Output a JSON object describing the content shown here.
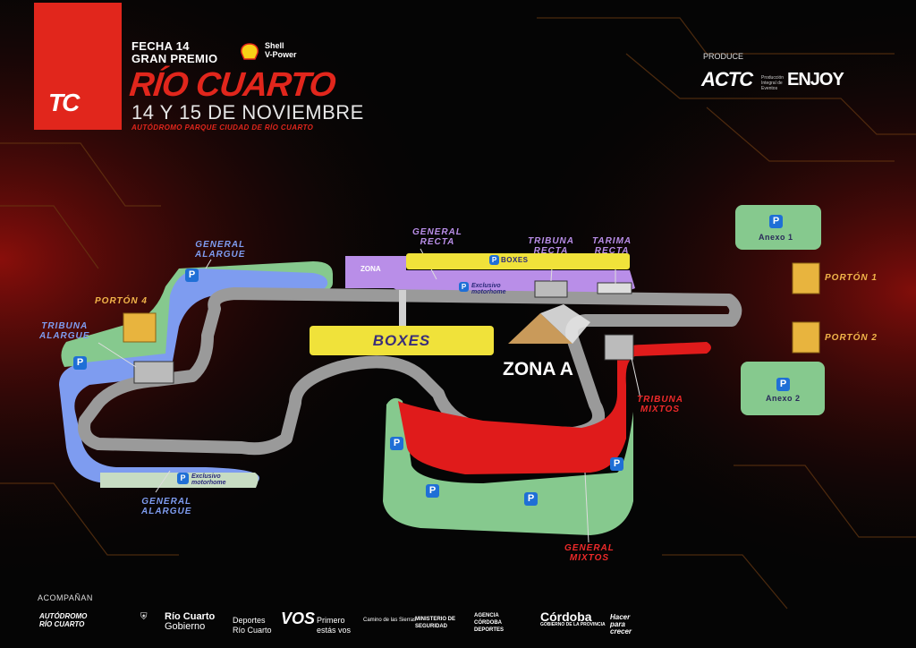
{
  "header": {
    "logo": "TC",
    "fecha": "FECHA 14",
    "gran_premio": "GRAN PREMIO",
    "sponsor": "Shell V-Power",
    "sponsor_line1": "Shell",
    "sponsor_line2": "V-Power",
    "title": "RÍO CUARTO",
    "dates": "14 Y 15 DE NOVIEMBRE",
    "venue": "AUTÓDROMO PARQUE CIUDAD DE RÍO CUARTO",
    "produce_label": "PRODUCE",
    "producers": [
      "ACTC",
      "ENJOY"
    ],
    "producer_tagline": "Producción Integral de Eventos"
  },
  "map": {
    "labels": {
      "general_alargue_top": "GENERAL\nALARGUE",
      "general_recta": "GENERAL\nRECTA",
      "tribuna_recta": "TRIBUNA\nRECTA",
      "tarima_recta": "TARIMA\nRECTA",
      "porton4": "PORTÓN 4",
      "tribuna_alargue": "TRIBUNA\nALARGUE",
      "general_alargue_bottom": "GENERAL\nALARGUE",
      "tribuna_mixtos": "TRIBUNA\nMIXTOS",
      "general_mixtos": "GENERAL\nMIXTOS",
      "anexo1": "Anexo 1",
      "anexo2": "Anexo 2",
      "porton1": "PORTÓN 1",
      "porton2": "PORTÓN 2"
    },
    "boxes_small": "BOXES",
    "boxes_big": "BOXES",
    "exclusivo_line1": "Exclusivo",
    "exclusivo_line2": "motorhome",
    "zona_a": "ZONA A",
    "zona_a_small": "ZONA",
    "parking_symbol": "P",
    "colors": {
      "track": "#9a9a9a",
      "general_recta": "#b98ee8",
      "alargue": "#7e9cf0",
      "green_zone": "#86c98e",
      "mixtos": "#e01b1b",
      "boxes": "#f0e23a",
      "parking": "#1f6fd6",
      "brand_red": "#e1261c"
    }
  },
  "footer": {
    "acompanan": "ACOMPAÑAN",
    "sponsors": [
      "AUTÓDROMO RÍO CUARTO",
      "Río Cuarto Gobierno",
      "Deportes Río Cuarto",
      "VOS Primero estás vos",
      "Camino de las Sierras",
      "MINISTERIO DE SEGURIDAD",
      "AGENCIA CÓRDOBA DEPORTES",
      "Córdoba GOBIERNO DE LA PROVINCIA",
      "Hacer para crecer"
    ],
    "rc_line1": "Río Cuarto",
    "rc_line2": "Gobierno",
    "dep_line1": "Deportes",
    "dep_line2": "Río Cuarto",
    "vos_logo": "VOS",
    "vos_line1": "Primero",
    "vos_line2": "estás vos",
    "ms_line1": "MINISTERIO DE",
    "ms_line2": "SEGURIDAD",
    "acd_line1": "AGENCIA",
    "acd_line2": "CÓRDOBA",
    "acd_line3": "DEPORTES",
    "cba_line1": "Córdoba",
    "cba_line2": "GOBIERNO DE LA PROVINCIA",
    "hpc_line1": "Hacer",
    "hpc_line2": "para",
    "hpc_line3": "crecer",
    "autodromo_line1": "AUTÓDROMO",
    "autodromo_line2": "RÍO CUARTO",
    "caminos": "Camino de las Sierras"
  }
}
